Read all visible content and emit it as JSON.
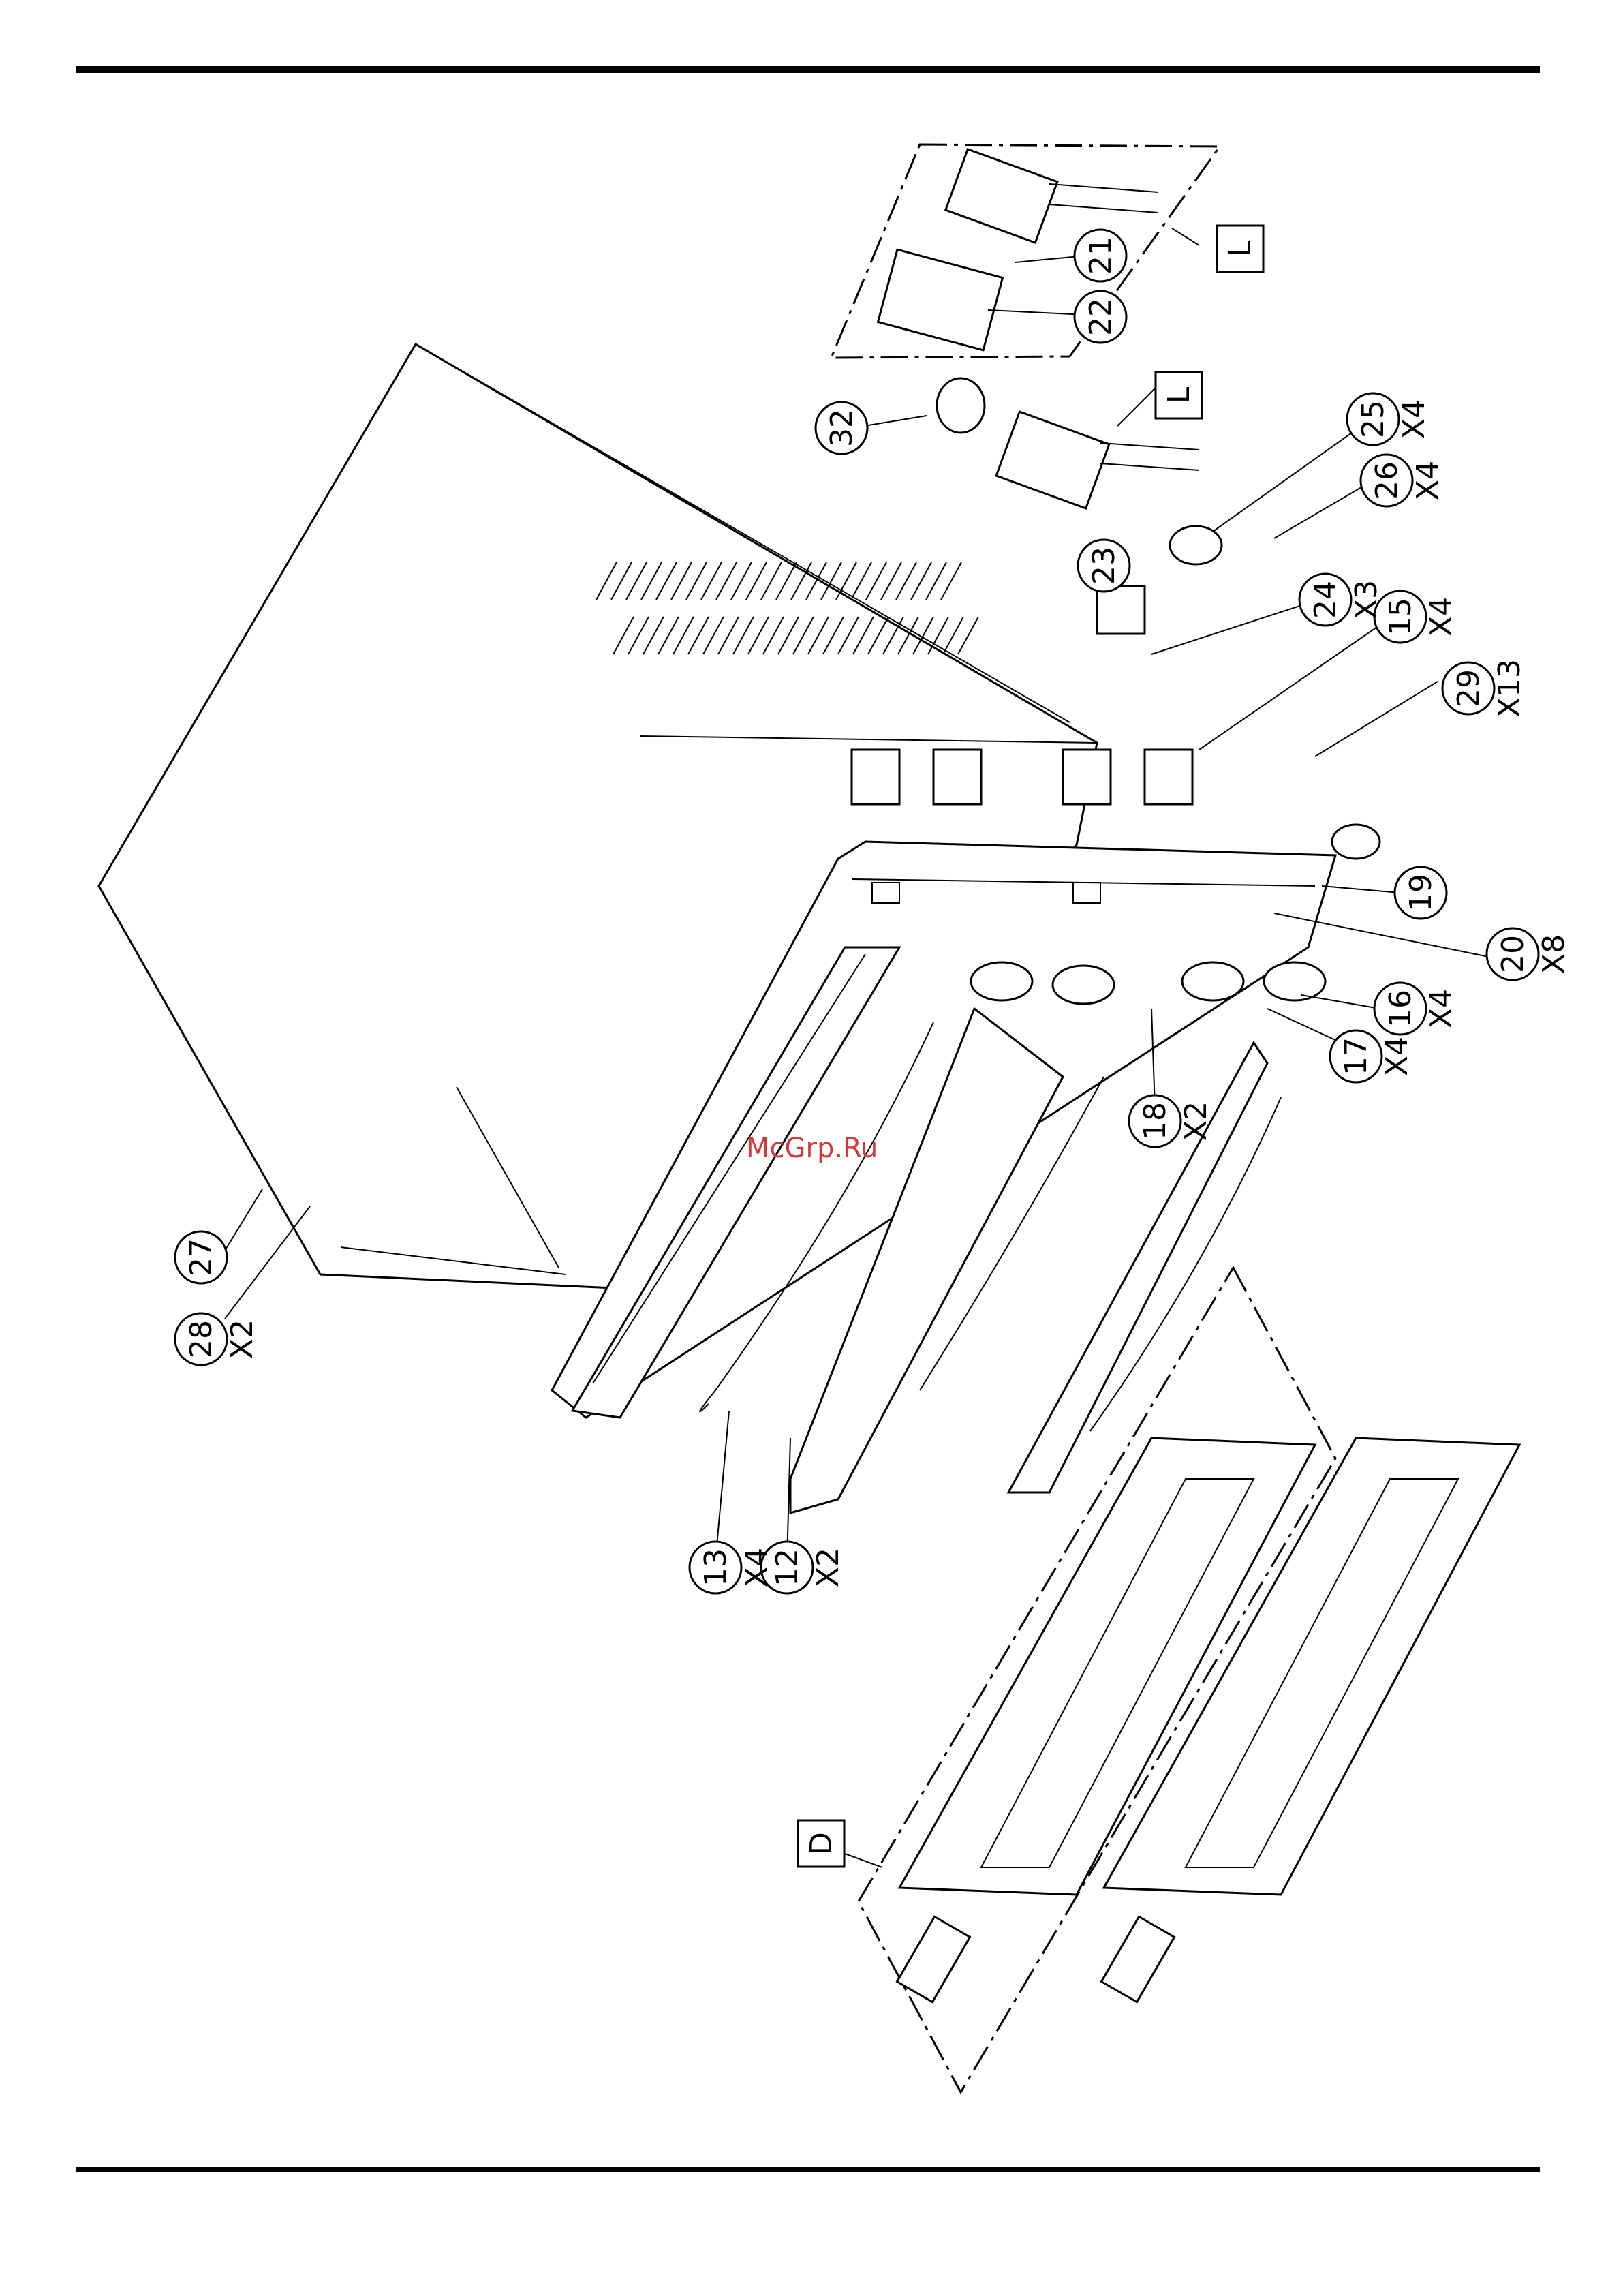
{
  "watermark": "McGrp.Ru",
  "callouts": [
    {
      "id": "c12",
      "num": "12",
      "qty": "X2"
    },
    {
      "id": "c13",
      "num": "13",
      "qty": "X4"
    },
    {
      "id": "c15",
      "num": "15",
      "qty": "X4"
    },
    {
      "id": "c16",
      "num": "16",
      "qty": "X4"
    },
    {
      "id": "c17",
      "num": "17",
      "qty": "X4"
    },
    {
      "id": "c18",
      "num": "18",
      "qty": "X2"
    },
    {
      "id": "c19",
      "num": "19",
      "qty": ""
    },
    {
      "id": "c20",
      "num": "20",
      "qty": "X8"
    },
    {
      "id": "c21",
      "num": "21",
      "qty": ""
    },
    {
      "id": "c22",
      "num": "22",
      "qty": ""
    },
    {
      "id": "c23",
      "num": "23",
      "qty": ""
    },
    {
      "id": "c24",
      "num": "24",
      "qty": "X3"
    },
    {
      "id": "c25",
      "num": "25",
      "qty": "X4"
    },
    {
      "id": "c26",
      "num": "26",
      "qty": "X4"
    },
    {
      "id": "c27",
      "num": "27",
      "qty": ""
    },
    {
      "id": "c28",
      "num": "28",
      "qty": "X2"
    },
    {
      "id": "c29",
      "num": "29",
      "qty": "X13"
    },
    {
      "id": "c32",
      "num": "32",
      "qty": ""
    }
  ],
  "detail_tags": [
    {
      "id": "L1",
      "letter": "L"
    },
    {
      "id": "L2",
      "letter": "L"
    },
    {
      "id": "D1",
      "letter": "D"
    }
  ]
}
